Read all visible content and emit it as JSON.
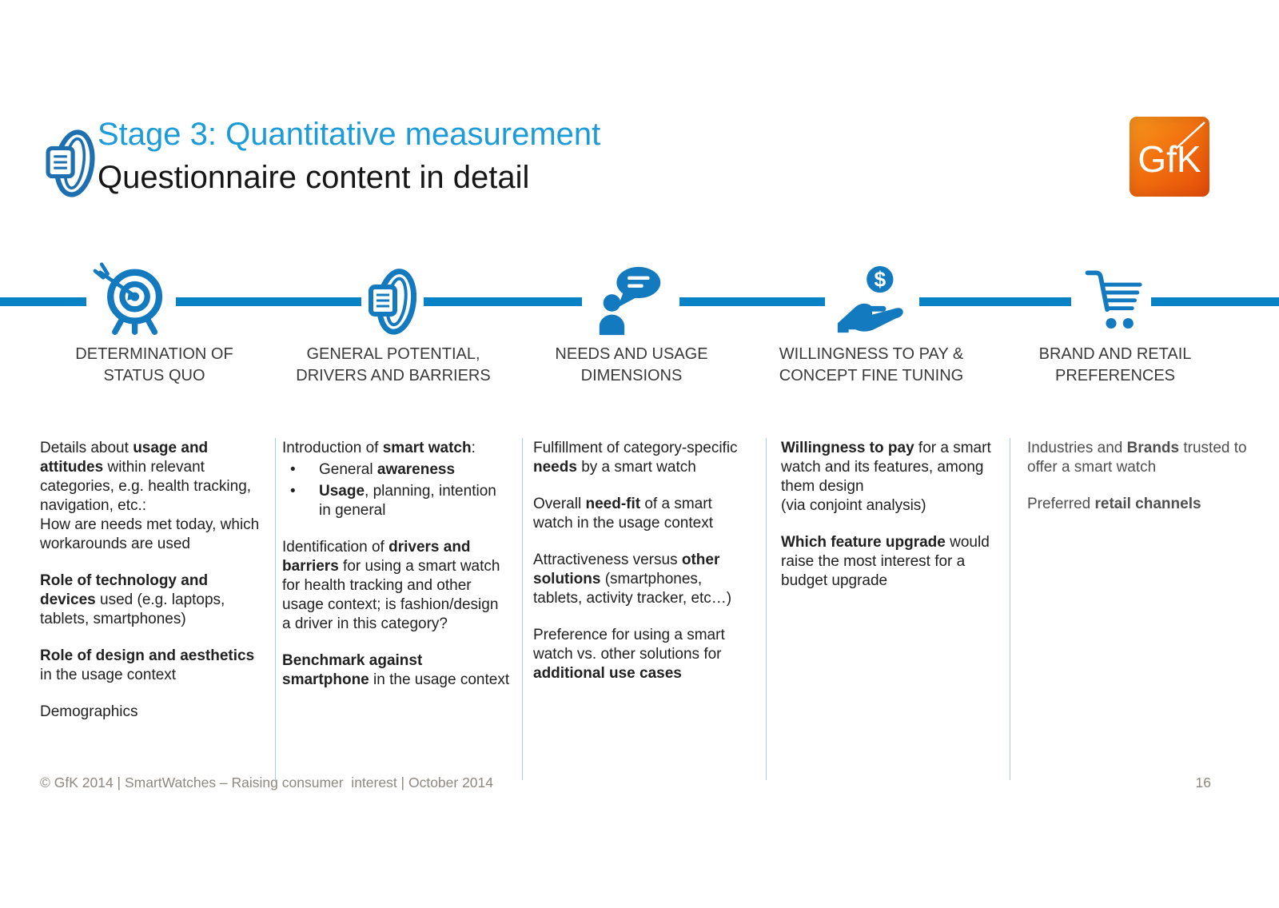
{
  "colors": {
    "title_blue": "#1b9bd8",
    "icon_blue": "#137abf",
    "timeline_blue": "#0981c5",
    "divider_blue": "#a5cfe8",
    "logo_orange": "#ef6a10",
    "body_text": "#212121",
    "muted_text": "#4f4f4f",
    "footer_gray": "#8e8880"
  },
  "header": {
    "title": "Stage 3: Quantitative measurement",
    "subtitle": "Questionnaire content in detail",
    "logo_text": "GfK"
  },
  "stages": [
    {
      "icon": "target-icon",
      "heading": "DETERMINATION OF\nSTATUS QUO",
      "paragraphs": [
        {
          "segments": [
            {
              "t": "Details about "
            },
            {
              "t": "usage and attitudes",
              "b": true
            },
            {
              "t": " within relevant categories, e.g. health tracking, navigation, etc.:\nHow are needs met today, which workarounds are used"
            }
          ]
        },
        {
          "segments": [
            {
              "t": "Role of technology and devices",
              "b": true
            },
            {
              "t": " used (e.g. laptops, tablets, smartphones)"
            }
          ]
        },
        {
          "segments": [
            {
              "t": "Role of design and aesthetics",
              "b": true
            },
            {
              "t": " in the usage context"
            }
          ]
        },
        {
          "segments": [
            {
              "t": "Demographics"
            }
          ]
        }
      ]
    },
    {
      "icon": "smartwatch-icon",
      "heading": "GENERAL POTENTIAL,\nDRIVERS AND BARRIERS",
      "paragraphs": [
        {
          "segments": [
            {
              "t": "Introduction of "
            },
            {
              "t": "smart watch",
              "b": true
            },
            {
              "t": ":"
            }
          ]
        },
        {
          "bullet": true,
          "segments": [
            {
              "t": "General "
            },
            {
              "t": "awareness",
              "b": true
            }
          ]
        },
        {
          "bullet": true,
          "segments": [
            {
              "t": "Usage",
              "b": true
            },
            {
              "t": ", planning, intention in general"
            }
          ]
        },
        {
          "segments": [
            {
              "t": "Identification of "
            },
            {
              "t": "drivers and barriers",
              "b": true
            },
            {
              "t": " for using a smart watch for health tracking and other usage context; is fashion/design a driver in this category?"
            }
          ]
        },
        {
          "segments": [
            {
              "t": "Benchmark against smartphone",
              "b": true
            },
            {
              "t": " in the usage context"
            }
          ]
        }
      ]
    },
    {
      "icon": "person-chat-icon",
      "heading": "NEEDS AND USAGE\nDIMENSIONS",
      "paragraphs": [
        {
          "segments": [
            {
              "t": "Fulfillment of category-specific "
            },
            {
              "t": "needs",
              "b": true
            },
            {
              "t": " by a smart watch"
            }
          ]
        },
        {
          "segments": [
            {
              "t": "Overall "
            },
            {
              "t": "need-fit",
              "b": true
            },
            {
              "t": " of a smart watch in the usage context"
            }
          ]
        },
        {
          "segments": [
            {
              "t": "Attractiveness versus "
            },
            {
              "t": "other solutions",
              "b": true
            },
            {
              "t": " (smartphones, tablets, activity tracker, etc…)"
            }
          ]
        },
        {
          "segments": [
            {
              "t": "Preference for using a smart watch vs. other solutions for "
            },
            {
              "t": "additional use cases",
              "b": true
            }
          ]
        }
      ]
    },
    {
      "icon": "pay-hand-icon",
      "heading": "WILLINGNESS TO PAY &\nCONCEPT FINE TUNING",
      "paragraphs": [
        {
          "segments": [
            {
              "t": "Willingness to pay",
              "b": true
            },
            {
              "t": " for a smart watch and its features, among them design\n(via conjoint analysis)"
            }
          ]
        },
        {
          "segments": [
            {
              "t": "Which feature upgrade",
              "b": true
            },
            {
              "t": " would raise the most interest for a budget upgrade"
            }
          ]
        }
      ]
    },
    {
      "icon": "shopping-cart-icon",
      "heading": "BRAND AND RETAIL\nPREFERENCES",
      "paragraphs": [
        {
          "segments": [
            {
              "t": "Industries and "
            },
            {
              "t": "Brands",
              "b": true
            },
            {
              "t": " trusted to offer a smart watch"
            }
          ]
        },
        {
          "segments": [
            {
              "t": "Preferred "
            },
            {
              "t": "retail channels",
              "b": true
            }
          ]
        }
      ]
    }
  ],
  "footer": {
    "copyright": "© GfK 2014 | SmartWatches – Raising consumer  interest | October 2014",
    "page_number": "16"
  }
}
